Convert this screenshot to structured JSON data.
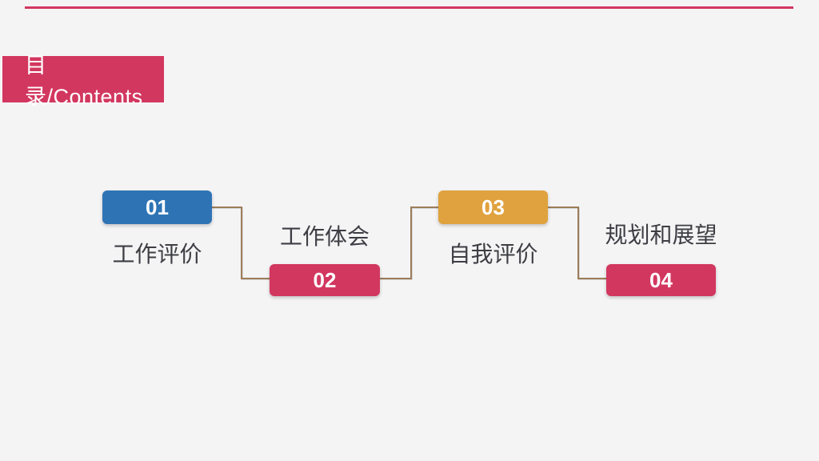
{
  "slide": {
    "background_color": "#f5f4f5",
    "top_accent_line_color": "#d2375f"
  },
  "header": {
    "title": "目录/Contents",
    "background_color": "#d2375f",
    "text_color": "#ffffff"
  },
  "toc": {
    "connector_color": "#9c7d5a",
    "items": [
      {
        "number": "01",
        "label": "工作评价",
        "box_color": "#2e74b5",
        "number_position": "top"
      },
      {
        "number": "02",
        "label": "工作体会",
        "box_color": "#d2375f",
        "number_position": "bottom"
      },
      {
        "number": "03",
        "label": "自我评价",
        "box_color": "#e0a23e",
        "number_position": "top"
      },
      {
        "number": "04",
        "label": "规划和展望",
        "box_color": "#d2375f",
        "number_position": "bottom"
      }
    ]
  }
}
